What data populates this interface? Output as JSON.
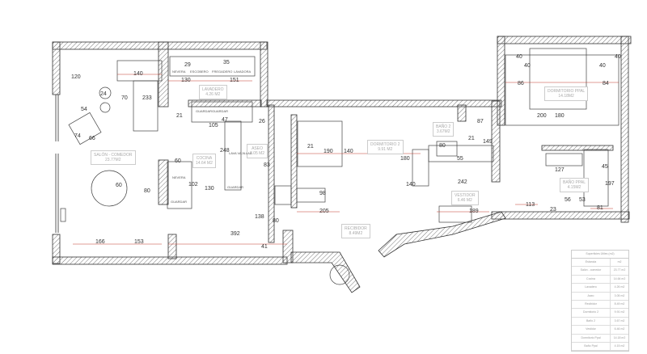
{
  "rooms": [
    {
      "name": "SALÓN - COMEDOR",
      "area": "23.77M2"
    },
    {
      "name": "LAVADERO",
      "area": "4.26 M2"
    },
    {
      "name": "COCINA",
      "area": "14.64 M2"
    },
    {
      "name": "ASEO",
      "area": "3.05 M2"
    },
    {
      "name": "DORMITORIO 2",
      "area": "9.91 M2"
    },
    {
      "name": "BAÑO 2",
      "area": "3.67M2"
    },
    {
      "name": "VESTIDOR",
      "area": "6.46 M2"
    },
    {
      "name": "RECIBIDOR",
      "area": "8.49M2"
    },
    {
      "name": "DORMITORIO PPAL",
      "area": "14.18M2"
    },
    {
      "name": "BAÑO PPAL",
      "area": "4.15M2"
    }
  ],
  "furniture": {
    "nevera": "NEVERA",
    "escobero": "ESCOBERO",
    "fregadero": "FREGADERO",
    "lavadora": "LAVADORA",
    "guardar": "GUARDAR",
    "lava_vajillas": "LAVA VAJILLAS"
  },
  "dimensions": [
    "120",
    "140",
    "233",
    "24",
    "70",
    "54",
    "74",
    "66",
    "60",
    "80",
    "130",
    "151",
    "29",
    "35",
    "47",
    "105",
    "248",
    "60",
    "102",
    "130",
    "26",
    "83",
    "138",
    "166",
    "153",
    "392",
    "41",
    "80",
    "21",
    "190",
    "140",
    "180",
    "98",
    "205",
    "140",
    "80",
    "55",
    "87",
    "149",
    "242",
    "189",
    "40",
    "40",
    "40",
    "40",
    "86",
    "200",
    "84",
    "180",
    "127",
    "45",
    "197",
    "113",
    "56",
    "53",
    "81",
    "23",
    "21",
    "21"
  ],
  "table": {
    "title": "Superficies Útiles (m2)",
    "header": [
      "Estancia",
      "m2"
    ],
    "rows": [
      [
        "Salón - comedor",
        "23.77 m2"
      ],
      [
        "Cocina",
        "14.64 m2"
      ],
      [
        "Lavadero",
        "4.26 m2"
      ],
      [
        "Aseo",
        "3.05 m2"
      ],
      [
        "Recibidor",
        "8.49 m2"
      ],
      [
        "Dormitorio 2",
        "9.91 m2"
      ],
      [
        "Baño 2",
        "3.67 m2"
      ],
      [
        "Vestidor",
        "6.46 m2"
      ],
      [
        "Dormitorio Ppal",
        "14.18 m2"
      ],
      [
        "Baño Ppal",
        "4.15 m2"
      ]
    ]
  },
  "colors": {
    "wall": "#555555",
    "dimension": "#c0392b",
    "line": "#333333"
  }
}
